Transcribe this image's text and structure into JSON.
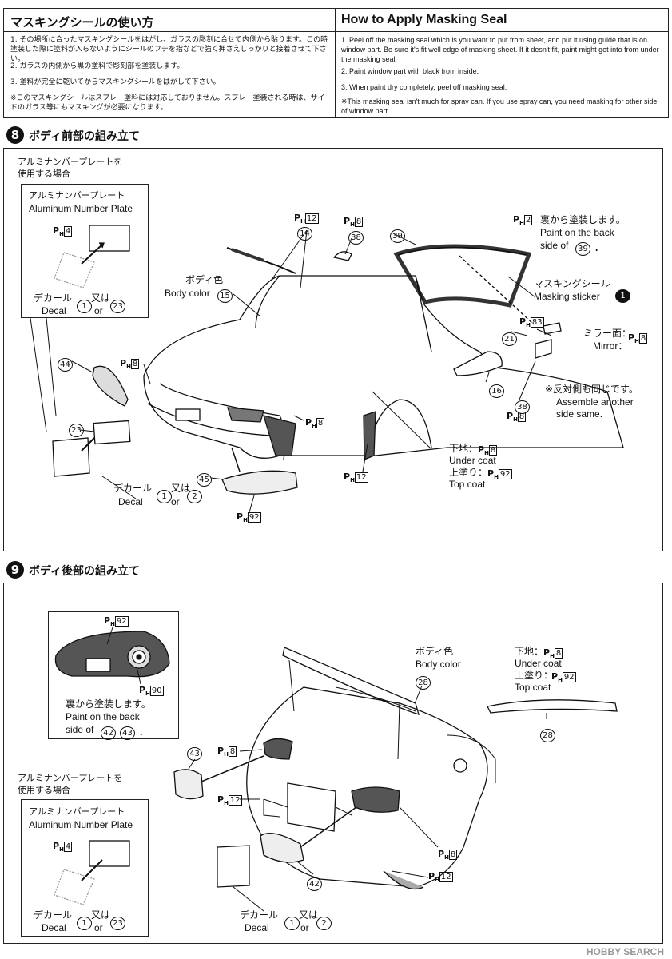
{
  "masking": {
    "jp_title": "マスキングシールの使い方",
    "jp_lines": [
      "1. その場所に合ったマスキングシールをはがし、ガラスの彫刻に合せて内側から貼ります。この時塗装した際に塗料が入らないようにシールのフチを指などで強く押さえしっかりと接着させて下さい。",
      "2. ガラスの内側から黒の塗料で彫刻部を塗装します。",
      "3. 塗料が完全に乾いてからマスキングシールをはがして下さい。",
      "※このマスキングシールはスプレー塗料には対応しておりません。スプレー塗装される時は、サイドのガラス等にもマスキングが必要になります。"
    ],
    "en_title": "How to Apply Masking Seal",
    "en_lines": [
      "1. Peel off the masking seal which is you want to put from sheet, and put it using guide that is on window part. Be sure it's fit well edge of masking sheet. If it desn't fit, paint might get into from under the masking seal.",
      "2. Paint window part with black from inside.",
      "3. When paint dry completely, peel off masking seal.",
      "※This masking seal isn't much for spray can. If you use spray can, you need masking for other side of window part."
    ]
  },
  "step8": {
    "number": "8",
    "title": "ボディ前部の組み立て",
    "inset_caption_jp": "アルミナンバープレートを\n使用する場合",
    "inset_jp": "アルミナンバープレート",
    "inset_en": "Aluminum Number Plate",
    "decal_jp": "デカール",
    "decal_en": "Decal",
    "or_jp": "又は",
    "or_en": "or",
    "body_color_jp": "ボディ色",
    "body_color_en": "Body color",
    "paint_back_jp": "裏から塗装します。",
    "paint_back_en1": "Paint on the back",
    "paint_back_en2": "side of",
    "masking_jp": "マスキングシール",
    "masking_en": "Masking sticker",
    "mirror_jp": "ミラー面：",
    "mirror_en": "Mirror：",
    "assemble_jp": "※反対側も同じです。",
    "assemble_en1": "Assemble another",
    "assemble_en2": "side same.",
    "under_jp": "下地：",
    "under_en": "Under coat",
    "top_jp": "上塗り：",
    "top_en": "Top coat",
    "parts": {
      "p14": "14",
      "p38": "38",
      "p39": "39",
      "p15": "15",
      "p16": "16",
      "p21": "21",
      "p44": "44",
      "p23": "23",
      "p45": "45",
      "c1": "1",
      "c2": "2",
      "c23": "23",
      "m1": "1"
    },
    "paints": {
      "ph4": "4",
      "ph12": "12",
      "ph8": "8",
      "ph2": "2",
      "ph83": "83",
      "ph92": "92"
    }
  },
  "step9": {
    "number": "9",
    "title": "ボディ後部の組み立て",
    "paint_back_jp": "裏から塗装します。",
    "paint_back_en1": "Paint on the back",
    "paint_back_en2": "side of",
    "body_color_jp": "ボディ色",
    "body_color_en": "Body color",
    "under_jp": "下地：",
    "under_en": "Under coat",
    "top_jp": "上塗り：",
    "top_en": "Top coat",
    "inset_caption_jp": "アルミナンバープレートを\n使用する場合",
    "inset_jp": "アルミナンバープレート",
    "inset_en": "Aluminum Number Plate",
    "decal_jp": "デカール",
    "decal_en": "Decal",
    "or_jp": "又は",
    "or_en": "or",
    "parts": {
      "p28": "28",
      "p43": "43",
      "p42": "42",
      "c1": "1",
      "c2": "2",
      "c23": "23"
    },
    "paints": {
      "ph92": "92",
      "ph90": "90",
      "ph8": "8",
      "ph12": "12",
      "ph4": "4"
    }
  },
  "watermark": "HOBBY SEARCH"
}
